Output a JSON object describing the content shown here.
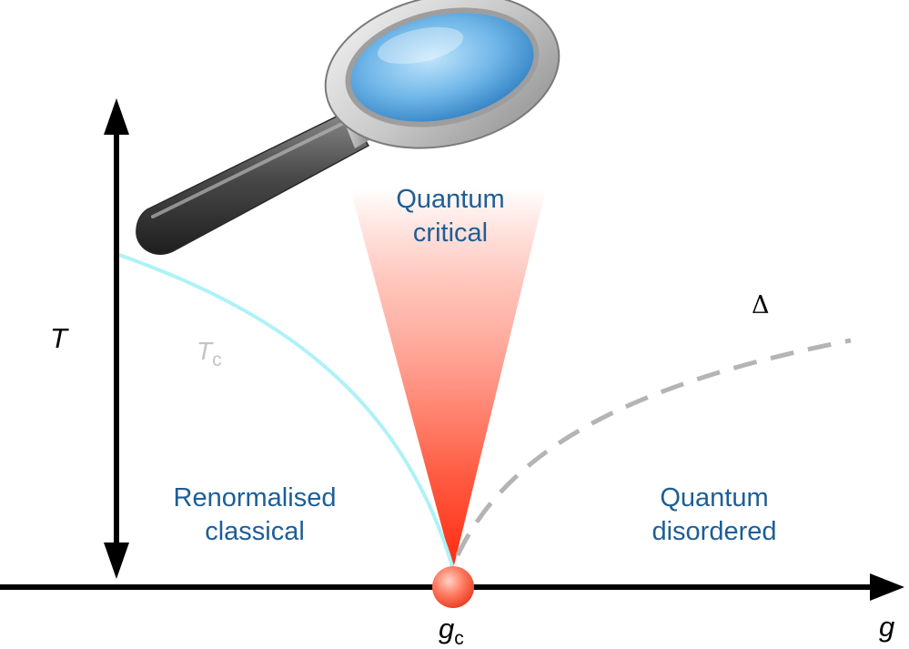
{
  "axes": {
    "y_label": "T",
    "x_label": "g",
    "critical_point": {
      "symbol": "g",
      "subscript": "c"
    }
  },
  "curves": {
    "tc_symbol": "T",
    "tc_subscript": "c",
    "gap_label": "Δ"
  },
  "regions": {
    "quantum_critical": "Quantum\ncritical",
    "renormalised_classical": "Renormalised\nclassical",
    "quantum_disordered": "Quantum\ndisordered"
  },
  "colors": {
    "axis": "#000000",
    "text": "#1d5e96",
    "tc_curve": "#aef2f6",
    "gap_curve": "#b4b4b4",
    "critical_fan": "#ff3a1a",
    "magnifier_lens": "#5aa9e0"
  }
}
